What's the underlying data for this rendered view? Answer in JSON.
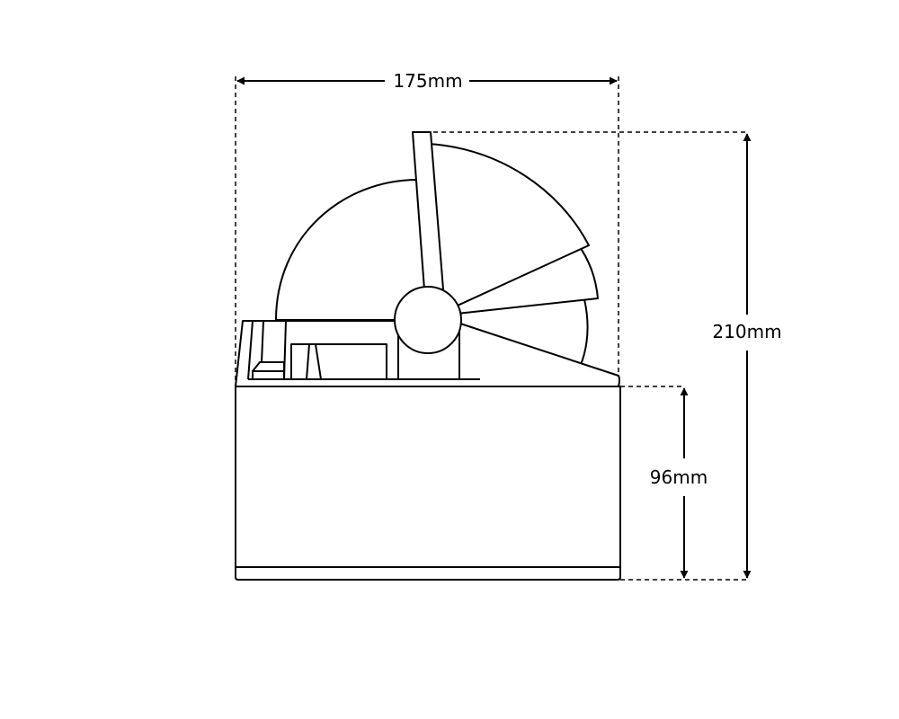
{
  "dimensions": {
    "width_label": "175mm",
    "height_total_label": "210mm",
    "height_base_label": "96mm"
  },
  "colors": {
    "stroke": "#000000",
    "background": "#ffffff"
  }
}
